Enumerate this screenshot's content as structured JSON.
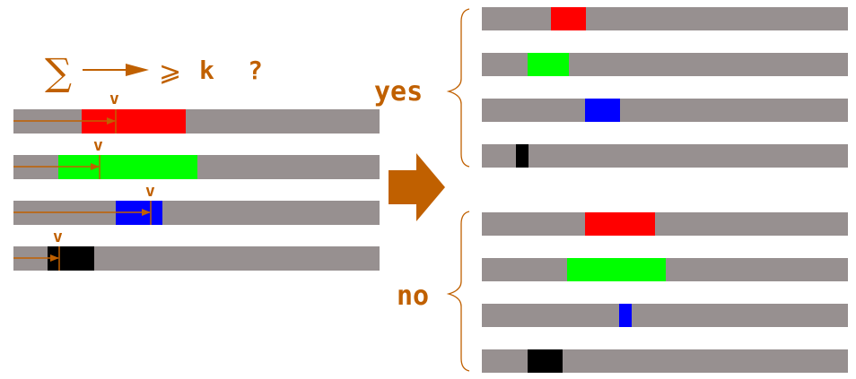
{
  "colors": {
    "track": "#979090",
    "accent": "#c06000",
    "segments": [
      "#ff0000",
      "#00ff00",
      "#0000ff",
      "#000000"
    ]
  },
  "labels": {
    "sum_symbol": "∑",
    "geq_symbol": "⩾",
    "k": "k",
    "question": "?",
    "v": "v",
    "yes": "yes",
    "no": "no"
  }
}
